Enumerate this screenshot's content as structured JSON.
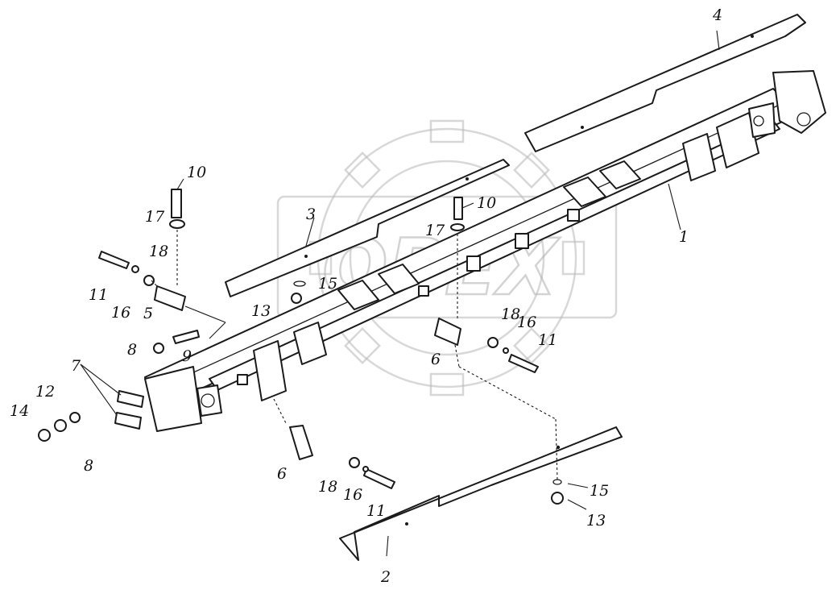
{
  "watermark": {
    "text": "OPEX"
  },
  "callouts": {
    "c1": "1",
    "c2": "2",
    "c3": "3",
    "c4": "4",
    "c5": "5",
    "c6a": "6",
    "c6b": "6",
    "c7": "7",
    "c8a": "8",
    "c8b": "8",
    "c9": "9",
    "c10a": "10",
    "c10b": "10",
    "c11a": "11",
    "c11b": "11",
    "c11c": "11",
    "c12": "12",
    "c13a": "13",
    "c13b": "13",
    "c14": "14",
    "c15a": "15",
    "c15b": "15",
    "c16a": "16",
    "c16b": "16",
    "c16c": "16",
    "c17a": "17",
    "c17b": "17",
    "c18a": "18",
    "c18b": "18",
    "c18c": "18"
  }
}
